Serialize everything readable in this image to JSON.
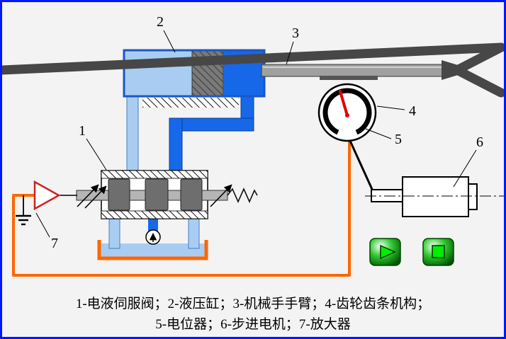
{
  "labels": {
    "n1": "1",
    "n2": "2",
    "n3": "3",
    "n4": "4",
    "n5": "5",
    "n6": "6",
    "n7": "7"
  },
  "caption": {
    "line1": "1-电液伺服阀；2-液压缸；3-机械手手臂；4-齿轮齿条机构；",
    "line2": "5-电位器；6-步进电机；7-放大器"
  },
  "icons": {
    "play": "play-icon",
    "stop": "stop-icon",
    "pump": "pump-arrow-icon",
    "ground": "ground-icon"
  },
  "colors": {
    "frame_border_blue": "#0018ff",
    "pipe_blue": "#1668e8",
    "pipe_light_blue": "#a9cdf2",
    "feedback_wire_orange": "#ff6600",
    "amplifier_red": "#cc2222",
    "needle_red": "#e00000",
    "button_green": "#009900",
    "metal_gray": "#a0a0a0"
  }
}
